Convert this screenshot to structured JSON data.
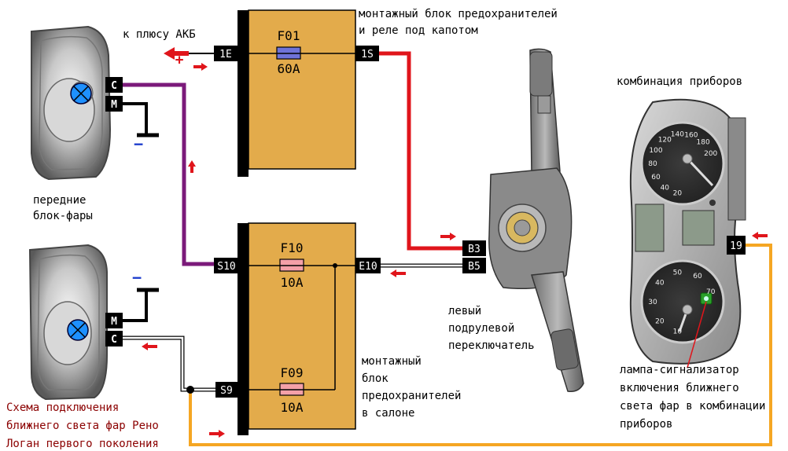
{
  "labels": {
    "battery": "к плюсу АКБ",
    "underhood_block": [
      "монтажный блок предохранителей",
      "и реле под капотом"
    ],
    "headlights": [
      "передние",
      "блок-фары"
    ],
    "dashboard": "комбинация приборов",
    "stalk_switch": [
      "левый",
      "подрулевой",
      "переключатель"
    ],
    "cabin_block": [
      "монтажный",
      "блок",
      "предохранителей",
      "в салоне"
    ],
    "indicator_lamp": [
      "лампа-сигнализатор",
      "включения ближнего",
      "света фар в комбинации",
      "приборов"
    ],
    "caption": [
      "Схема подключения",
      "ближнего света фар Рено",
      "Логан первого поколения"
    ]
  },
  "fuses": {
    "f01": {
      "name": "F01",
      "rating": "60A"
    },
    "f10": {
      "name": "F10",
      "rating": "10A"
    },
    "f09": {
      "name": "F09",
      "rating": "10A"
    }
  },
  "pins": {
    "p1E": "1E",
    "p1S": "1S",
    "s10": "S10",
    "e10": "E10",
    "s9": "S9",
    "b3": "B3",
    "b5": "B5",
    "p19": "19",
    "top_c": "C",
    "top_m": "M",
    "bot_m": "M",
    "bot_c": "C"
  },
  "symbols": {
    "plus": "+",
    "minus": "−"
  },
  "gauges": {
    "speed_ticks": [
      "20",
      "40",
      "60",
      "80",
      "100",
      "120",
      "140",
      "160",
      "180",
      "200"
    ],
    "rpm_ticks": [
      "10",
      "20",
      "30",
      "40",
      "50",
      "60",
      "70"
    ]
  },
  "colors": {
    "fuse_block": "#e3ab4b",
    "wire_purple": "#7b1a7a",
    "wire_red": "#e0151b",
    "wire_orange": "#f5a623",
    "caption_text": "#8b0000",
    "fuse_f01": "#6f73d8",
    "fuse_f10_f09": "#f4a0a8",
    "lamp": "#2aa02a"
  }
}
